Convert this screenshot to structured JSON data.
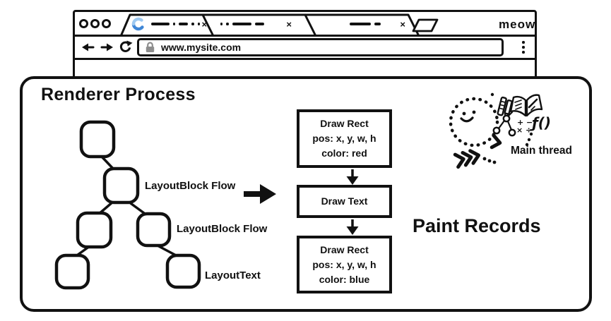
{
  "window_chrome": {
    "signature": "meow",
    "tabs": [
      {
        "close_label": "×",
        "loading": true
      },
      {
        "close_label": "×",
        "loading": false
      },
      {
        "close_label": "×",
        "loading": false
      }
    ],
    "address_bar": {
      "url": "www.mysite.com"
    }
  },
  "diagram": {
    "title": "Renderer Process",
    "layout_tree": {
      "labels": [
        "LayoutBlock Flow",
        "LayoutBlock Flow",
        "LayoutText"
      ]
    },
    "paint_records": {
      "heading": "Paint Records",
      "records": [
        {
          "lines": [
            "Draw Rect",
            "pos: x, y, w, h",
            "color: red"
          ]
        },
        {
          "lines": [
            "Draw Text"
          ]
        },
        {
          "lines": [
            "Draw Rect",
            "pos: x, y, w, h",
            "color: blue"
          ]
        }
      ]
    },
    "main_thread": {
      "label": "Main thread",
      "math_row1": "+ −",
      "math_row2": "× ÷",
      "function_glyph": "ƒ()"
    }
  },
  "colors": {
    "ink": "#111111",
    "spinner_dark": "#3f86d6",
    "spinner_light": "#9ec9f1",
    "lock_gray": "#8d8d8d"
  }
}
